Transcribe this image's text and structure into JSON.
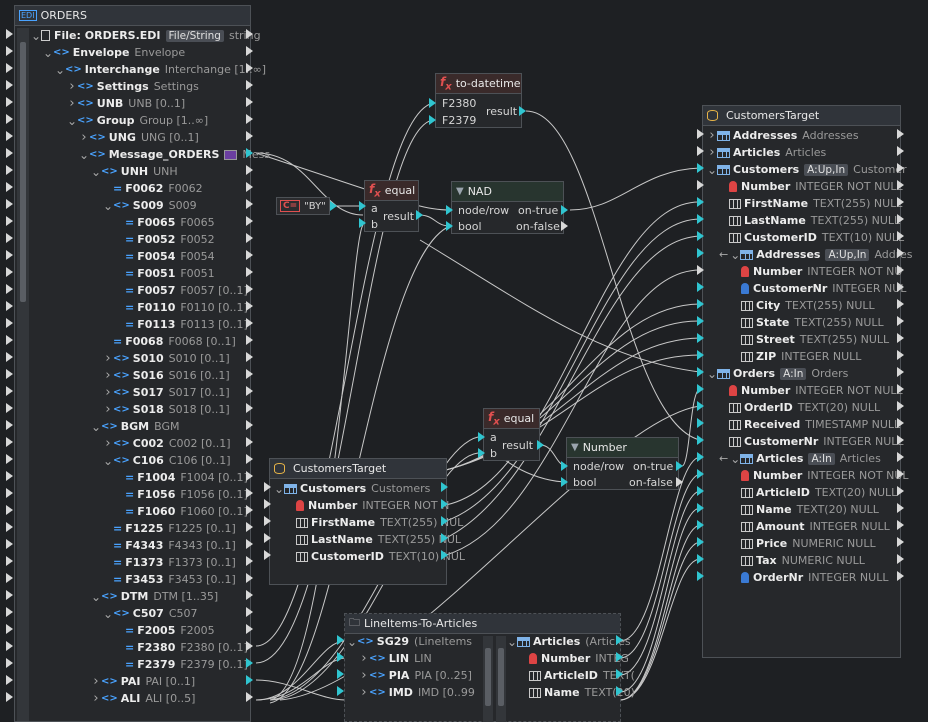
{
  "source": {
    "title": "ORDERS",
    "icon": "edi-icon",
    "icon_label": "EDI",
    "rows": [
      {
        "label": "File: ORDERS.EDI",
        "tag": "File/String",
        "suffix": "string",
        "depth": 0,
        "kind": "file",
        "chev": "v"
      },
      {
        "label": "Envelope",
        "dim": "Envelope",
        "depth": 1,
        "kind": "el",
        "chev": "v"
      },
      {
        "label": "Interchange",
        "dim": "Interchange [1..∞]",
        "depth": 2,
        "kind": "el",
        "chev": "v"
      },
      {
        "label": "Settings",
        "dim": "Settings",
        "depth": 3,
        "kind": "el",
        "chev": ">"
      },
      {
        "label": "UNB",
        "dim": "UNB [0..1]",
        "depth": 3,
        "kind": "el",
        "chev": ">"
      },
      {
        "label": "Group",
        "dim": "Group [1..∞]",
        "depth": 3,
        "kind": "el",
        "chev": "v"
      },
      {
        "label": "UNG",
        "dim": "UNG [0..1]",
        "depth": 4,
        "kind": "el",
        "chev": ">"
      },
      {
        "label": "Message_ORDERS",
        "dim": "Mess",
        "depth": 4,
        "kind": "el",
        "chev": "v",
        "badge": true
      },
      {
        "label": "UNH",
        "dim": "UNH",
        "depth": 5,
        "kind": "el",
        "chev": "v"
      },
      {
        "label": "F0062",
        "dim": "F0062",
        "depth": 6,
        "kind": "eq"
      },
      {
        "label": "S009",
        "dim": "S009",
        "depth": 6,
        "kind": "el",
        "chev": "v"
      },
      {
        "label": "F0065",
        "dim": "F0065",
        "depth": 7,
        "kind": "eq"
      },
      {
        "label": "F0052",
        "dim": "F0052",
        "depth": 7,
        "kind": "eq"
      },
      {
        "label": "F0054",
        "dim": "F0054",
        "depth": 7,
        "kind": "eq"
      },
      {
        "label": "F0051",
        "dim": "F0051",
        "depth": 7,
        "kind": "eq"
      },
      {
        "label": "F0057",
        "dim": "F0057 [0..1]",
        "depth": 7,
        "kind": "eq"
      },
      {
        "label": "F0110",
        "dim": "F0110 [0..1]",
        "depth": 7,
        "kind": "eq"
      },
      {
        "label": "F0113",
        "dim": "F0113 [0..1]",
        "depth": 7,
        "kind": "eq"
      },
      {
        "label": "F0068",
        "dim": "F0068 [0..1]",
        "depth": 6,
        "kind": "eq"
      },
      {
        "label": "S010",
        "dim": "S010 [0..1]",
        "depth": 6,
        "kind": "el",
        "chev": ">"
      },
      {
        "label": "S016",
        "dim": "S016 [0..1]",
        "depth": 6,
        "kind": "el",
        "chev": ">"
      },
      {
        "label": "S017",
        "dim": "S017 [0..1]",
        "depth": 6,
        "kind": "el",
        "chev": ">"
      },
      {
        "label": "S018",
        "dim": "S018 [0..1]",
        "depth": 6,
        "kind": "el",
        "chev": ">"
      },
      {
        "label": "BGM",
        "dim": "BGM",
        "depth": 5,
        "kind": "el",
        "chev": "v"
      },
      {
        "label": "C002",
        "dim": "C002 [0..1]",
        "depth": 6,
        "kind": "el",
        "chev": ">"
      },
      {
        "label": "C106",
        "dim": "C106 [0..1]",
        "depth": 6,
        "kind": "el",
        "chev": "v"
      },
      {
        "label": "F1004",
        "dim": "F1004 [0..1]",
        "depth": 7,
        "kind": "eq"
      },
      {
        "label": "F1056",
        "dim": "F1056 [0..1]",
        "depth": 7,
        "kind": "eq"
      },
      {
        "label": "F1060",
        "dim": "F1060 [0..1]",
        "depth": 7,
        "kind": "eq"
      },
      {
        "label": "F1225",
        "dim": "F1225 [0..1]",
        "depth": 6,
        "kind": "eq"
      },
      {
        "label": "F4343",
        "dim": "F4343 [0..1]",
        "depth": 6,
        "kind": "eq"
      },
      {
        "label": "F1373",
        "dim": "F1373 [0..1]",
        "depth": 6,
        "kind": "eq"
      },
      {
        "label": "F3453",
        "dim": "F3453 [0..1]",
        "depth": 6,
        "kind": "eq"
      },
      {
        "label": "DTM",
        "dim": "DTM [1..35]",
        "depth": 5,
        "kind": "el",
        "chev": "v"
      },
      {
        "label": "C507",
        "dim": "C507",
        "depth": 6,
        "kind": "el",
        "chev": "v"
      },
      {
        "label": "F2005",
        "dim": "F2005",
        "depth": 7,
        "kind": "eq"
      },
      {
        "label": "F2380",
        "dim": "F2380 [0..1]",
        "depth": 7,
        "kind": "eq"
      },
      {
        "label": "F2379",
        "dim": "F2379 [0..1]",
        "depth": 7,
        "kind": "eq"
      },
      {
        "label": "PAI",
        "dim": "PAI [0..1]",
        "depth": 5,
        "kind": "el",
        "chev": ">"
      },
      {
        "label": "ALI",
        "dim": "ALI [0..5]",
        "depth": 5,
        "kind": "el",
        "chev": ">"
      }
    ]
  },
  "constant": {
    "icon_label": "C=",
    "value": "\"BY\""
  },
  "to_datetime": {
    "title": "to-datetime",
    "inputs": [
      "F2380",
      "F2379"
    ],
    "output": "result"
  },
  "equal1": {
    "title": "equal",
    "inputs": [
      "a",
      "b"
    ],
    "output": "result"
  },
  "equal2": {
    "title": "equal",
    "inputs": [
      "a",
      "b"
    ],
    "output": "result"
  },
  "nad": {
    "title": "NAD",
    "inputs": [
      "node/row",
      "bool"
    ],
    "outputs": [
      "on-true",
      "on-false"
    ]
  },
  "number_filter": {
    "title": "Number",
    "inputs": [
      "node/row",
      "bool"
    ],
    "outputs": [
      "on-true",
      "on-false"
    ]
  },
  "customers_mid": {
    "title": "CustomersTarget",
    "rows": [
      {
        "label": "Customers",
        "dim": "Customers",
        "kind": "tbl",
        "chev": "v",
        "indent": 0
      },
      {
        "label": "Number",
        "dim": "INTEGER NOT N",
        "kind": "key",
        "indent": 1
      },
      {
        "label": "FirstName",
        "dim": "TEXT(255) NUL",
        "kind": "col",
        "indent": 1
      },
      {
        "label": "LastName",
        "dim": "TEXT(255) NUL",
        "kind": "col",
        "indent": 1
      },
      {
        "label": "CustomerID",
        "dim": "TEXT(10) NUL",
        "kind": "col",
        "indent": 1
      }
    ]
  },
  "lineitems": {
    "title": "LineItems-To-Articles",
    "left_rows": [
      {
        "label": "SG29",
        "dim": "(LineItems",
        "kind": "el",
        "chev": "v",
        "indent": 0
      },
      {
        "label": "LIN",
        "dim": "LIN",
        "kind": "el",
        "chev": ">",
        "indent": 1
      },
      {
        "label": "PIA",
        "dim": "PIA [0..25]",
        "kind": "el",
        "chev": ">",
        "indent": 1
      },
      {
        "label": "IMD",
        "dim": "IMD [0..99",
        "kind": "el",
        "chev": ">",
        "indent": 1
      }
    ],
    "right_rows": [
      {
        "label": "Articles",
        "dim": "(Articles",
        "kind": "tbl",
        "chev": "v",
        "indent": 0
      },
      {
        "label": "Number",
        "dim": "INTEG",
        "kind": "key",
        "indent": 1
      },
      {
        "label": "ArticleID",
        "dim": "TEXT(",
        "kind": "col",
        "indent": 1
      },
      {
        "label": "Name",
        "dim": "TEXT(20)",
        "kind": "col",
        "indent": 1
      }
    ]
  },
  "target": {
    "title": "CustomersTarget",
    "rows": [
      {
        "label": "Addresses",
        "dim": "Addresses",
        "kind": "tbl",
        "chev": ">",
        "indent": 0
      },
      {
        "label": "Articles",
        "dim": "Articles",
        "kind": "tbl",
        "chev": ">",
        "indent": 0
      },
      {
        "label": "Customers",
        "tag": "A:Up,In",
        "dim": "Customer",
        "kind": "tbl",
        "chev": "v",
        "indent": 0
      },
      {
        "label": "Number",
        "dim": "INTEGER NOT NULL",
        "kind": "key",
        "indent": 1
      },
      {
        "label": "FirstName",
        "dim": "TEXT(255) NULL",
        "kind": "col",
        "indent": 1
      },
      {
        "label": "LastName",
        "dim": "TEXT(255) NULL",
        "kind": "col",
        "indent": 1
      },
      {
        "label": "CustomerID",
        "dim": "TEXT(10) NULL",
        "kind": "col",
        "indent": 1
      },
      {
        "label": "Addresses",
        "tag": "A:Up,In",
        "dim": "Addres",
        "kind": "tbl",
        "chev": "v",
        "indent": 1,
        "arrow": true
      },
      {
        "label": "Number",
        "dim": "INTEGER NOT NU",
        "kind": "key",
        "indent": 2
      },
      {
        "label": "CustomerNr",
        "dim": "INTEGER NUL",
        "kind": "fkey",
        "indent": 2
      },
      {
        "label": "City",
        "dim": "TEXT(255) NULL",
        "kind": "col",
        "indent": 2
      },
      {
        "label": "State",
        "dim": "TEXT(255) NULL",
        "kind": "col",
        "indent": 2
      },
      {
        "label": "Street",
        "dim": "TEXT(255) NULL",
        "kind": "col",
        "indent": 2
      },
      {
        "label": "ZIP",
        "dim": "INTEGER NULL",
        "kind": "col",
        "indent": 2
      },
      {
        "label": "Orders",
        "tag": "A:In",
        "dim": "Orders",
        "kind": "tbl",
        "chev": "v",
        "indent": 0
      },
      {
        "label": "Number",
        "dim": "INTEGER NOT NULL",
        "kind": "key",
        "indent": 1
      },
      {
        "label": "OrderID",
        "dim": "TEXT(20) NULL",
        "kind": "col",
        "indent": 1
      },
      {
        "label": "Received",
        "dim": "TIMESTAMP NULL",
        "kind": "col",
        "indent": 1
      },
      {
        "label": "CustomerNr",
        "dim": "INTEGER NULL",
        "kind": "col",
        "indent": 1
      },
      {
        "label": "Articles",
        "tag": "A:In",
        "dim": "Articles",
        "kind": "tbl",
        "chev": "v",
        "indent": 1,
        "arrow": true
      },
      {
        "label": "Number",
        "dim": "INTEGER NOT NUL",
        "kind": "key",
        "indent": 2
      },
      {
        "label": "ArticleID",
        "dim": "TEXT(20) NULL",
        "kind": "col",
        "indent": 2
      },
      {
        "label": "Name",
        "dim": "TEXT(20) NULL",
        "kind": "col",
        "indent": 2
      },
      {
        "label": "Amount",
        "dim": "INTEGER NULL",
        "kind": "col",
        "indent": 2
      },
      {
        "label": "Price",
        "dim": "NUMERIC NULL",
        "kind": "col",
        "indent": 2
      },
      {
        "label": "Tax",
        "dim": "NUMERIC NULL",
        "kind": "col",
        "indent": 2
      },
      {
        "label": "OrderNr",
        "dim": "INTEGER NULL",
        "kind": "fkey",
        "indent": 2
      }
    ]
  },
  "colors": {
    "port": "#30c5d0",
    "line": "#c8c8c8",
    "accent": "#4aa3ff",
    "function": "#e05050"
  }
}
